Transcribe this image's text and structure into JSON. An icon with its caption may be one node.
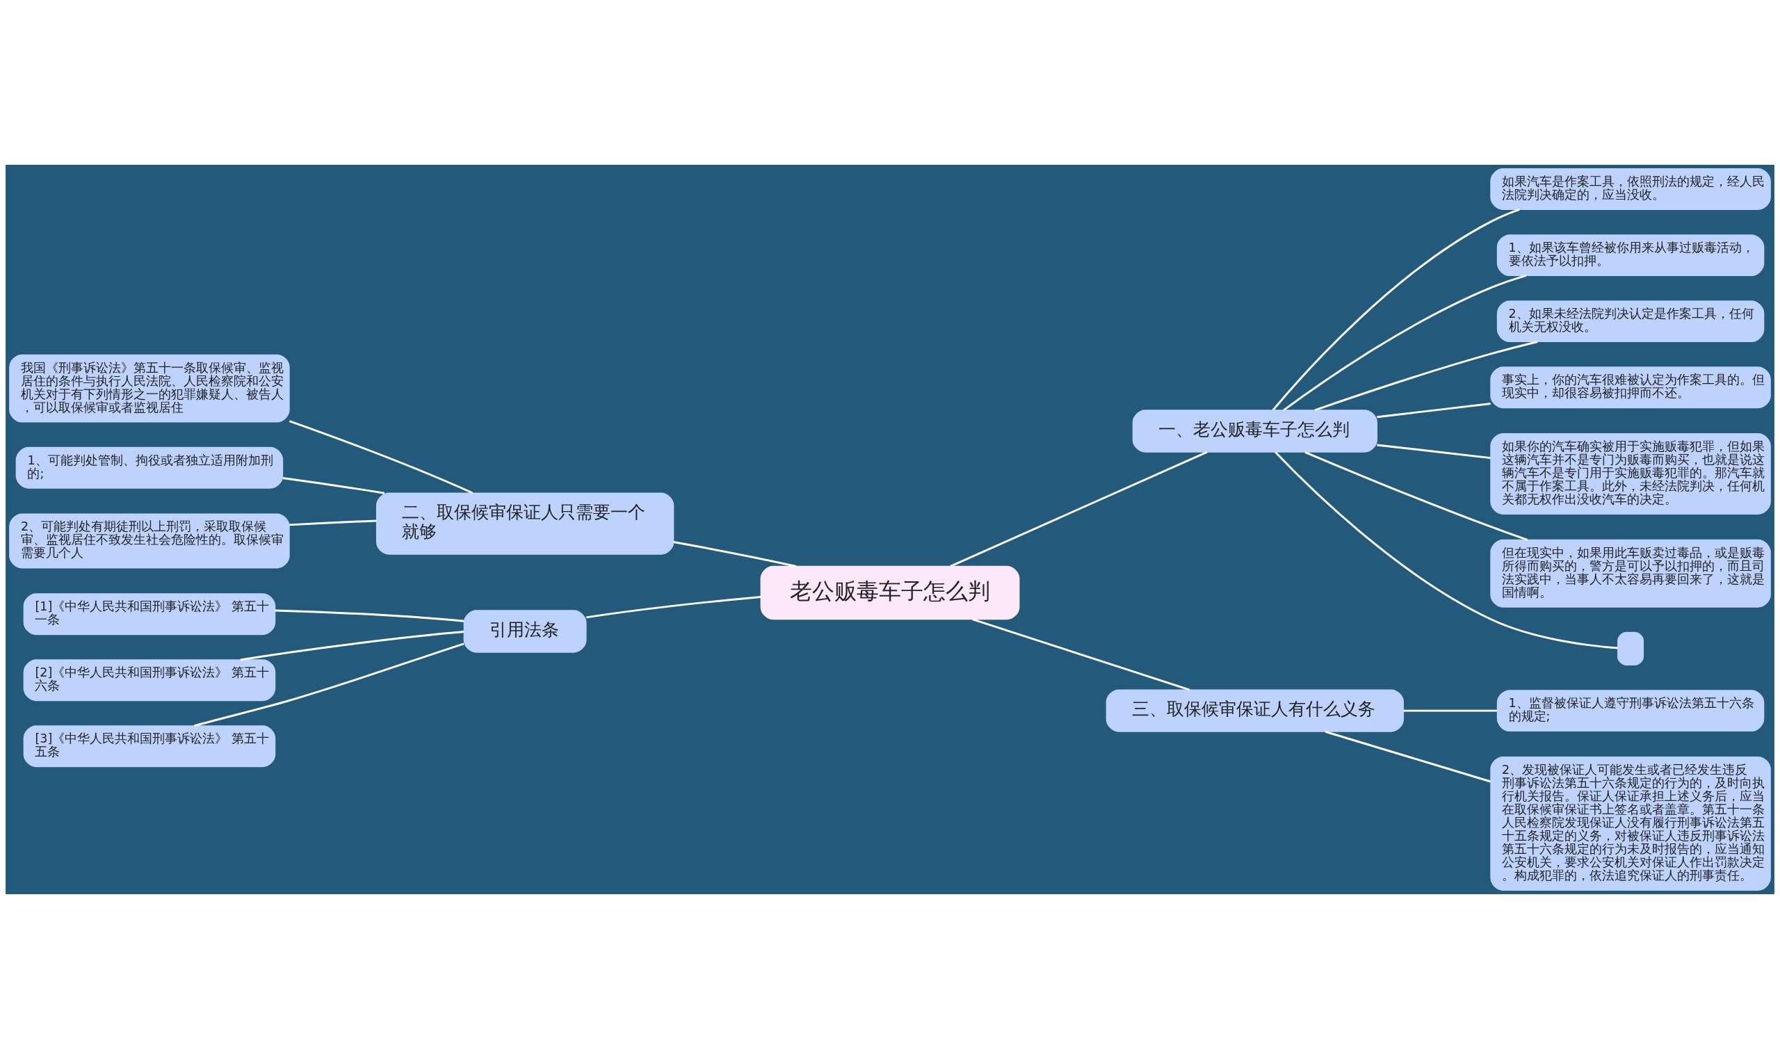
{
  "diagram": {
    "nodes": [
      {
        "text": [
          "老公贩毒车子怎么判"
        ]
      },
      {
        "text": [
          "一、老公贩毒车子怎么判"
        ]
      },
      {
        "text": [
          "如果汽车是作案工具，依照刑法的规定，经人民法院判决确定的，应当没收。"
        ]
      },
      {
        "text": [
          " 1、如果该车曾经被你用来从事过贩毒活动，要依法予以扣押。"
        ]
      },
      {
        "text": [
          " 2、如果未经法院判决认定是作案工具，任何机关无权没收。"
        ]
      },
      {
        "text": [
          "事实上，你的汽车很难被认定为作案工具的。但现实中，却很容易被扣押而不还。"
        ]
      },
      {
        "text": [
          "如果你的汽车确实被用于实施贩毒犯罪，但如果这辆汽车并不是专门为贩毒而购买，也就是说这辆汽车不是专门用于实施贩毒犯罪的。那汽车就不属于作案工具。此外，未经法院判决，任何机关都无权作出没收汽车的决定。"
        ]
      },
      {
        "text": [
          "但在现实中，如果用此车贩卖过毒品，或是贩毒所得而购买的，警方是可以予以扣押的，而且司法实践中，当事人不太容易再要回来了，这就是国情啊。"
        ]
      },
      {
        "text": [],
        "shape": "box"
      },
      {
        "text": [
          "二、取保候审保证人只需要一个就够"
        ]
      },
      {
        "text": [
          "我国《刑事诉讼法》第五十一条取保候审、监视居住的条件与执行人民法院、人民检察院和公安机关对于有下列情形之一的犯罪嫌疑人、被告人，可以取保候审或者监视居住"
        ]
      },
      {
        "text": [
          " 1、可能判处管制、拘役或者独立适用附加刑的;"
        ]
      },
      {
        "text": [
          " 2、可能判处有期徒刑以上刑罚，采取取保候审、监视居住不致发生社会危险性的。取保候审需要几个人"
        ]
      },
      {
        "text": [
          "三、取保候审保证人有什么义务"
        ]
      },
      {
        "text": [
          " 1、监督被保证人遵守刑事诉讼法第五十六条的规定;"
        ]
      },
      {
        "text": [
          " 2、发现被保证人可能发生或者已经发生违反刑事诉讼法第五十六条规定的行为的，及时向执行机关报告。保证人保证承担上述义务后，应当在取保候审保证书上签名或者盖章。第五十一条人民检察院发现保证人没有履行刑事诉讼法第五十五条规定的义务，对被保证人违反刑事诉讼法第五十六条规定的行为未及时报告的，应当通知公安机关，要求公安机关对保证人作出罚款决定。构成犯罪的，依法追究保证人的刑事责任。"
        ]
      },
      {
        "text": [
          "引用法条"
        ]
      },
      {
        "text": [
          "[1]《中华人民共和国刑事诉讼法》 第五十一条"
        ]
      },
      {
        "text": [
          "[2]《中华人民共和国刑事诉讼法》 第五十六条"
        ]
      },
      {
        "text": [
          "[3]《中华人民共和国刑事诉讼法》 第五十五条"
        ]
      }
    ],
    "edges": [
      {
        "from": 0,
        "to": 1,
        "arrow": "none"
      },
      {
        "from": 1,
        "to": 2,
        "arrow": "none"
      },
      {
        "from": 1,
        "to": 3,
        "arrow": "none"
      },
      {
        "from": 1,
        "to": 4,
        "arrow": "none"
      },
      {
        "from": 1,
        "to": 5,
        "arrow": "none"
      },
      {
        "from": 1,
        "to": 6,
        "arrow": "none"
      },
      {
        "from": 1,
        "to": 7,
        "arrow": "none"
      },
      {
        "from": 1,
        "to": 8,
        "arrow": "none"
      },
      {
        "from": 0,
        "to": 9,
        "arrow": "none"
      },
      {
        "from": 9,
        "to": 10,
        "arrow": "none"
      },
      {
        "from": 9,
        "to": 11,
        "arrow": "none"
      },
      {
        "from": 9,
        "to": 12,
        "arrow": "none"
      },
      {
        "from": 0,
        "to": 13,
        "arrow": "none"
      },
      {
        "from": 13,
        "to": 14,
        "arrow": "none"
      },
      {
        "from": 13,
        "to": 15,
        "arrow": "none"
      },
      {
        "from": 0,
        "to": 16,
        "arrow": "none"
      },
      {
        "from": 16,
        "to": 17,
        "arrow": "none"
      },
      {
        "from": 16,
        "to": 18,
        "arrow": "none"
      },
      {
        "from": 16,
        "to": 19,
        "arrow": "none"
      }
    ]
  }
}
